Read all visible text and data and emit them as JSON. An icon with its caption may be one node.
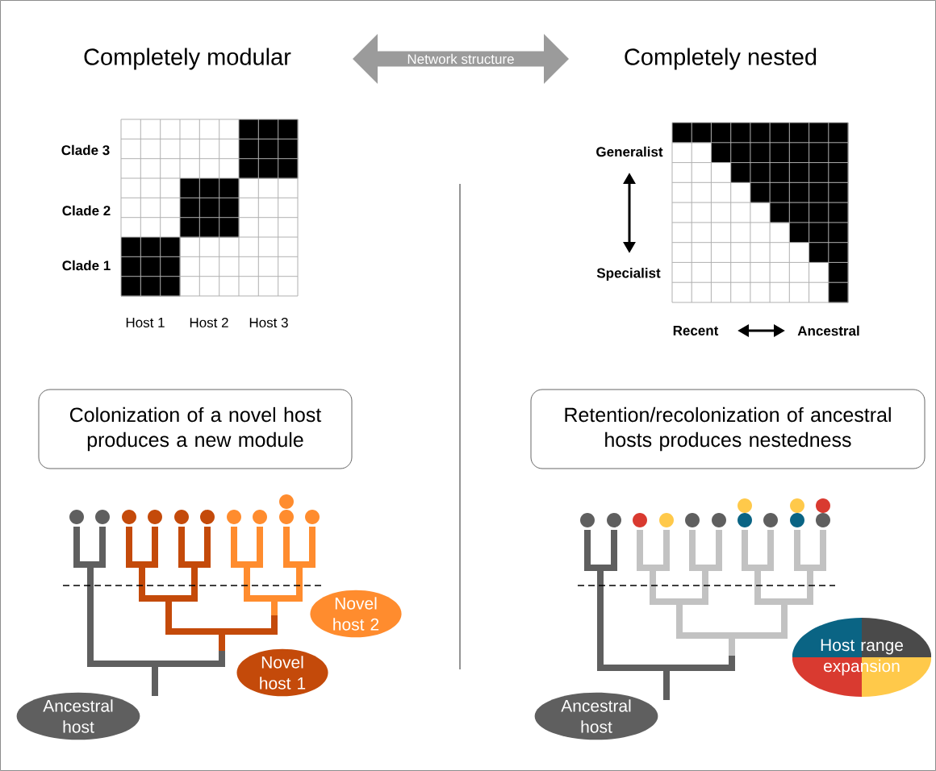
{
  "diagram": {
    "nodes": [
      {
        "text": [
          "Network structure"
        ]
      },
      {
        "text": [
          "Colonization of a novel host produces a new module"
        ]
      },
      {
        "text": [
          "Retention/recolonization of ancestral hosts produces nestedness"
        ]
      },
      {
        "text": [
          "Ancestral host"
        ]
      },
      {
        "text": [
          "Novel host 1"
        ]
      },
      {
        "text": [
          "Novel host 2"
        ]
      },
      {
        "text": [
          "Ancestral host"
        ]
      },
      {
        "text": [
          "Host range expansion"
        ]
      }
    ],
    "labels": [
      "Completely modular",
      "Completely nested",
      "Clade 3",
      "Clade 2",
      "Clade 1",
      "Host 1",
      "Host 2",
      "Host 3",
      "Generalist",
      "Specialist",
      "Recent",
      "Ancestral"
    ]
  }
}
